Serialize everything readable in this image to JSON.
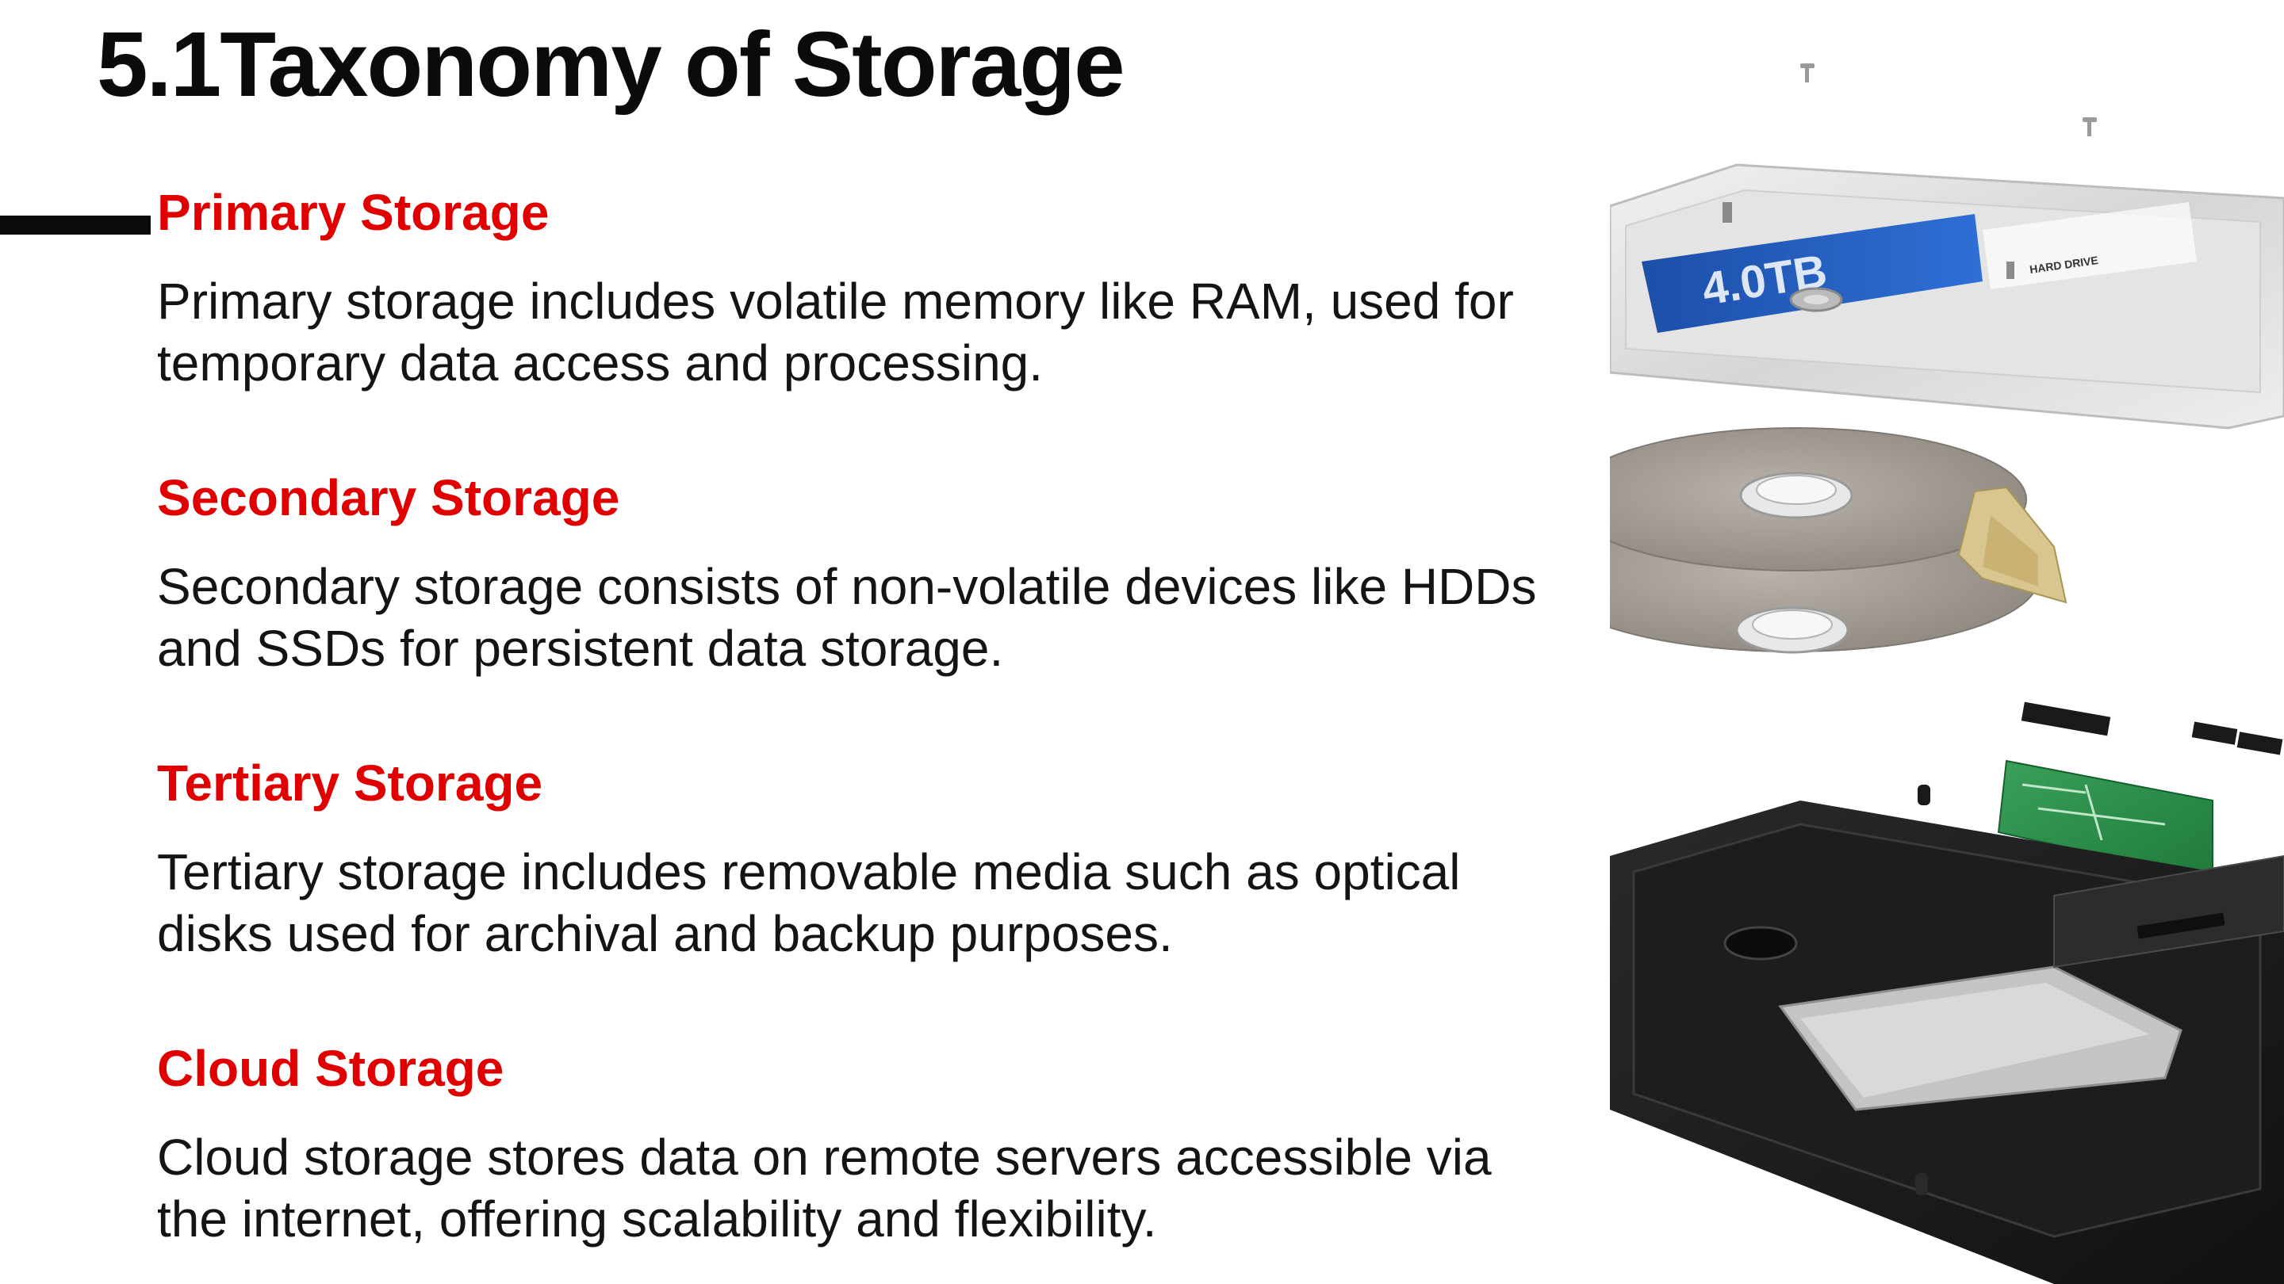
{
  "slide": {
    "title": "5.1Taxonomy of Storage",
    "accent_color": "#e00000",
    "sections": [
      {
        "heading": "Primary Storage",
        "body": "Primary storage includes volatile memory like RAM, used for temporary data access and processing."
      },
      {
        "heading": "Secondary Storage",
        "body": "Secondary storage consists of non-volatile devices like HDDs and SSDs for persistent data storage."
      },
      {
        "heading": "Tertiary Storage",
        "body": "Tertiary storage includes removable media such as optical disks used for archival and backup purposes."
      },
      {
        "heading": "Cloud Storage",
        "body": "Cloud storage stores data on remote servers accessible via the internet, offering scalability and flexibility."
      }
    ]
  },
  "image": {
    "label_capacity": "4.0TB",
    "label_type": "HARD DRIVE"
  }
}
